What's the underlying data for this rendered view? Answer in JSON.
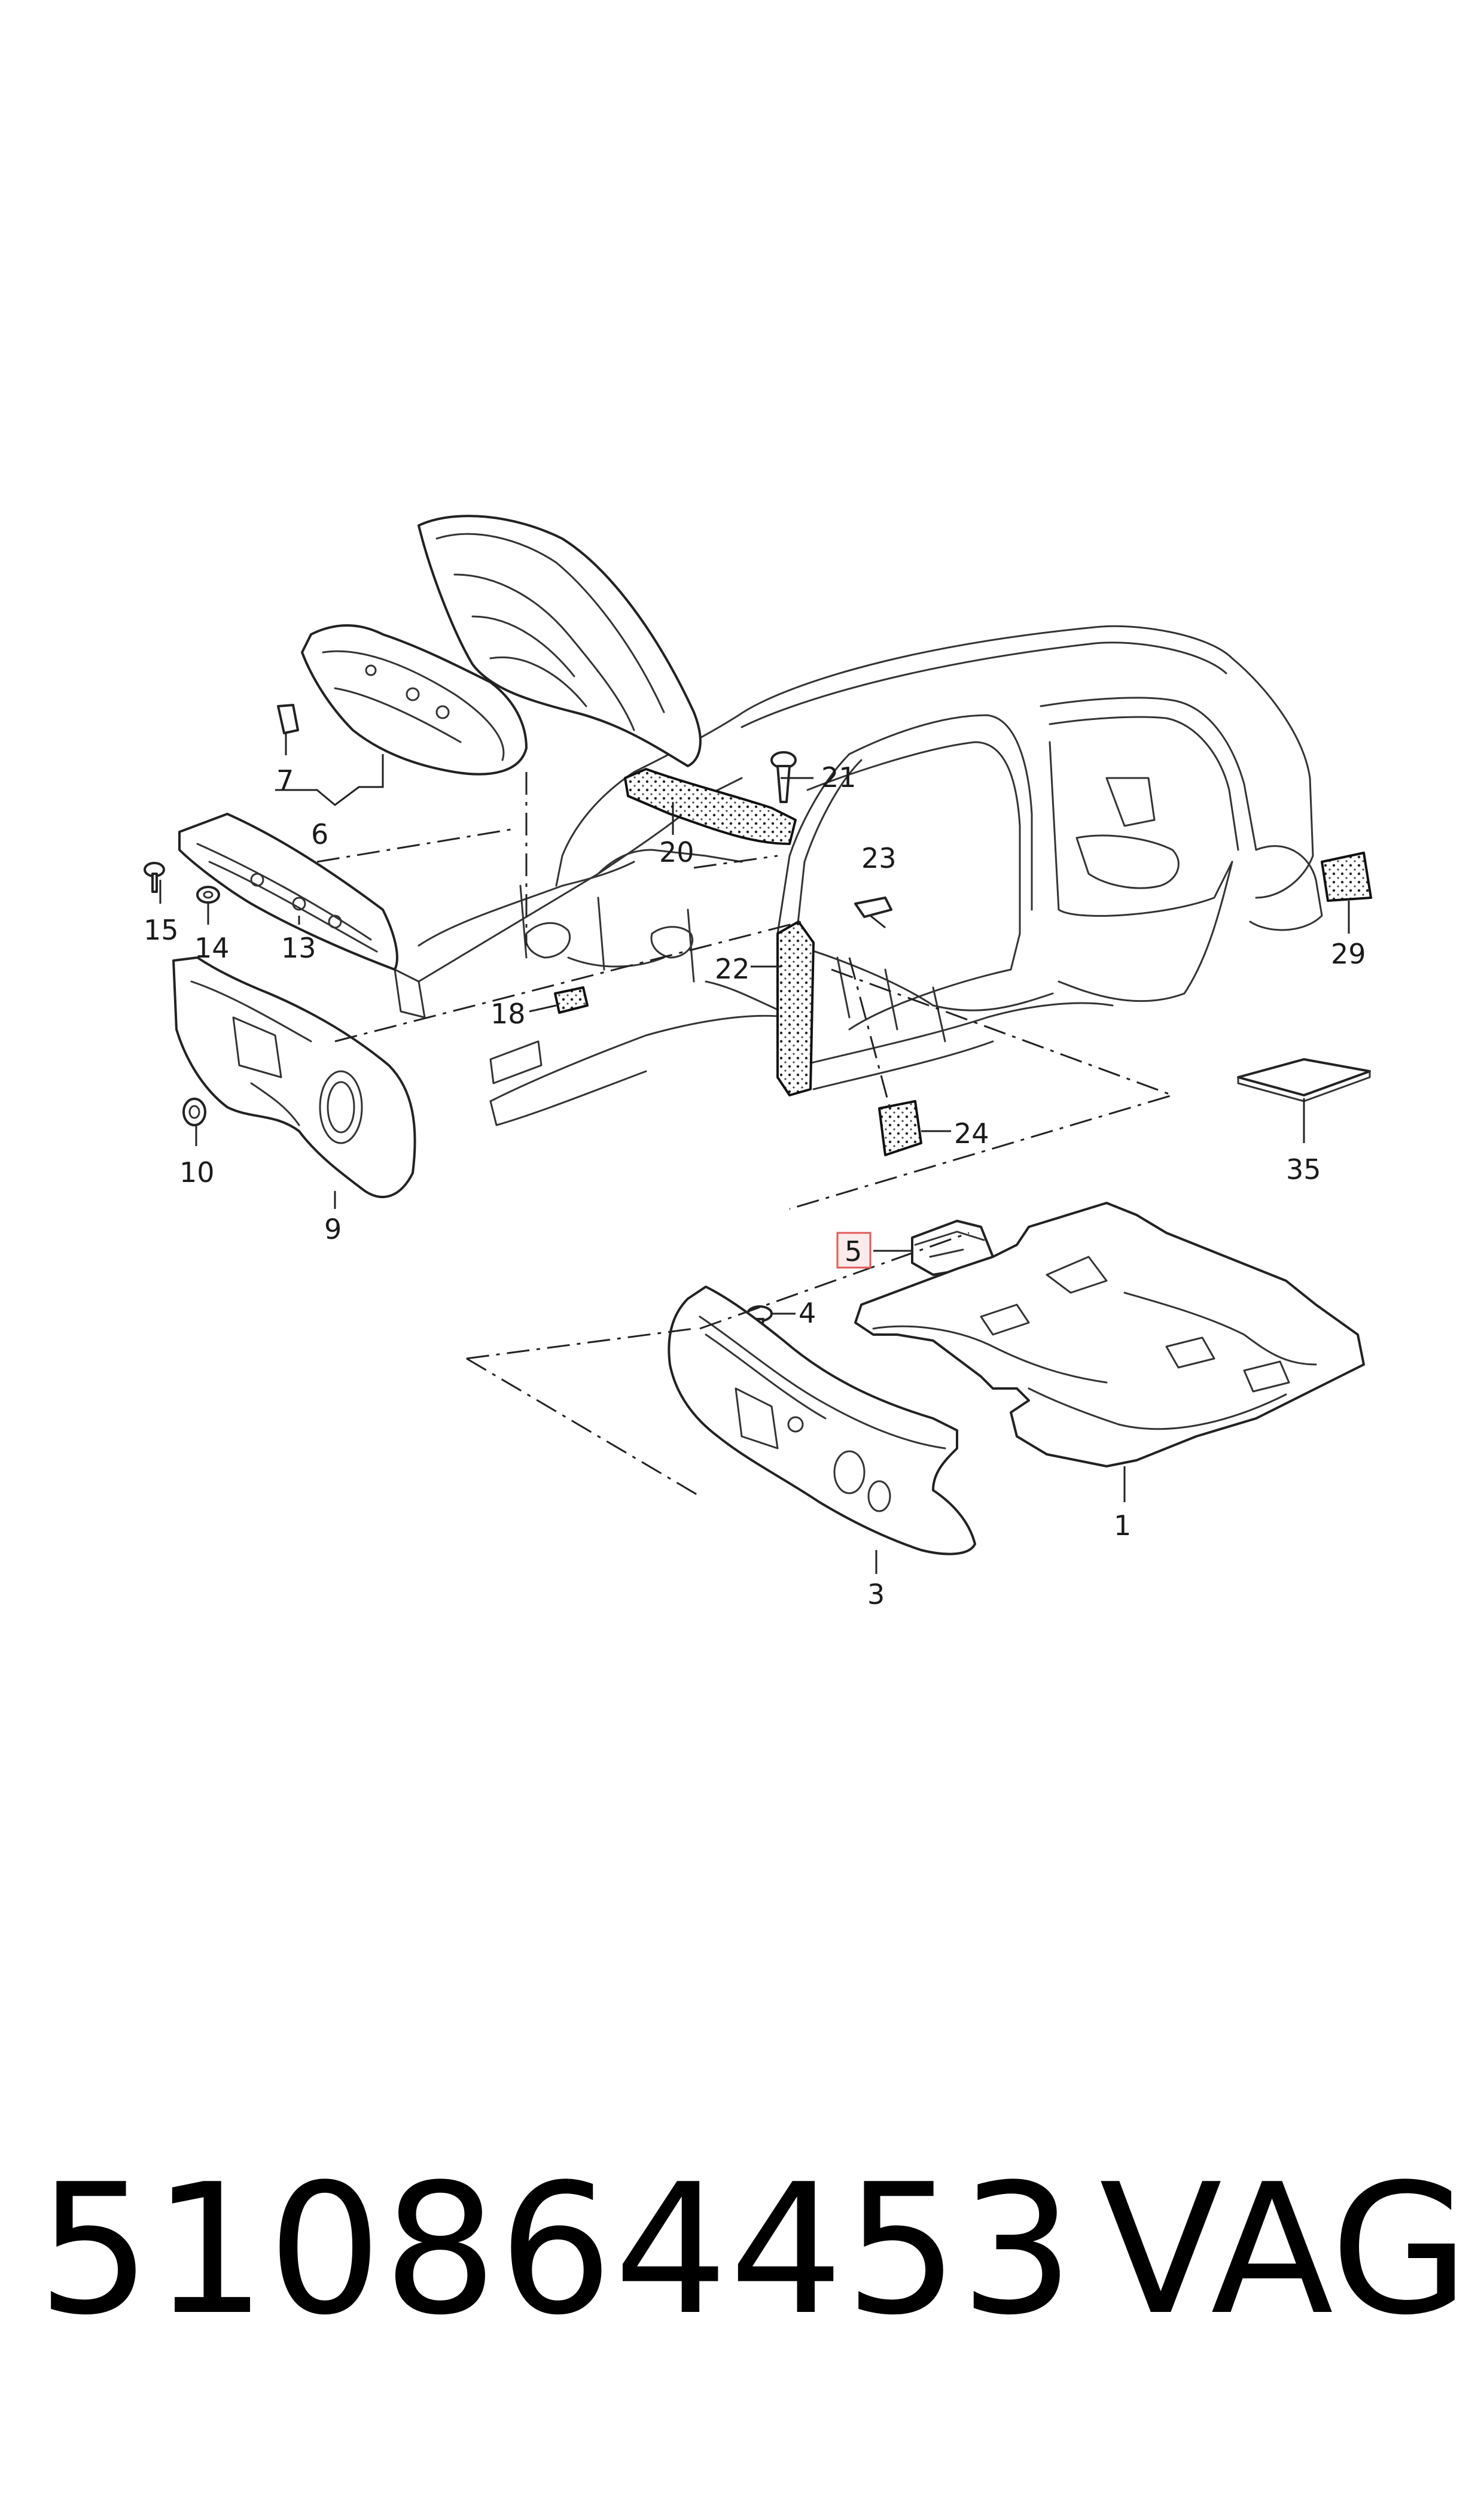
{
  "diagram": {
    "callouts": [
      {
        "id": "1",
        "label": "1"
      },
      {
        "id": "3",
        "label": "3"
      },
      {
        "id": "4",
        "label": "4"
      },
      {
        "id": "5",
        "label": "5",
        "highlighted": true
      },
      {
        "id": "6",
        "label": "6"
      },
      {
        "id": "7",
        "label": "7"
      },
      {
        "id": "9",
        "label": "9"
      },
      {
        "id": "10",
        "label": "10"
      },
      {
        "id": "13",
        "label": "13"
      },
      {
        "id": "14",
        "label": "14"
      },
      {
        "id": "15",
        "label": "15"
      },
      {
        "id": "18",
        "label": "18"
      },
      {
        "id": "20",
        "label": "20"
      },
      {
        "id": "21",
        "label": "21"
      },
      {
        "id": "22",
        "label": "22"
      },
      {
        "id": "23",
        "label": "23"
      },
      {
        "id": "24",
        "label": "24"
      },
      {
        "id": "29",
        "label": "29"
      },
      {
        "id": "35",
        "label": "35"
      }
    ],
    "highlight_color": "#e05a5a"
  },
  "footer": {
    "part_number": "510864453",
    "brand": "VAG"
  }
}
